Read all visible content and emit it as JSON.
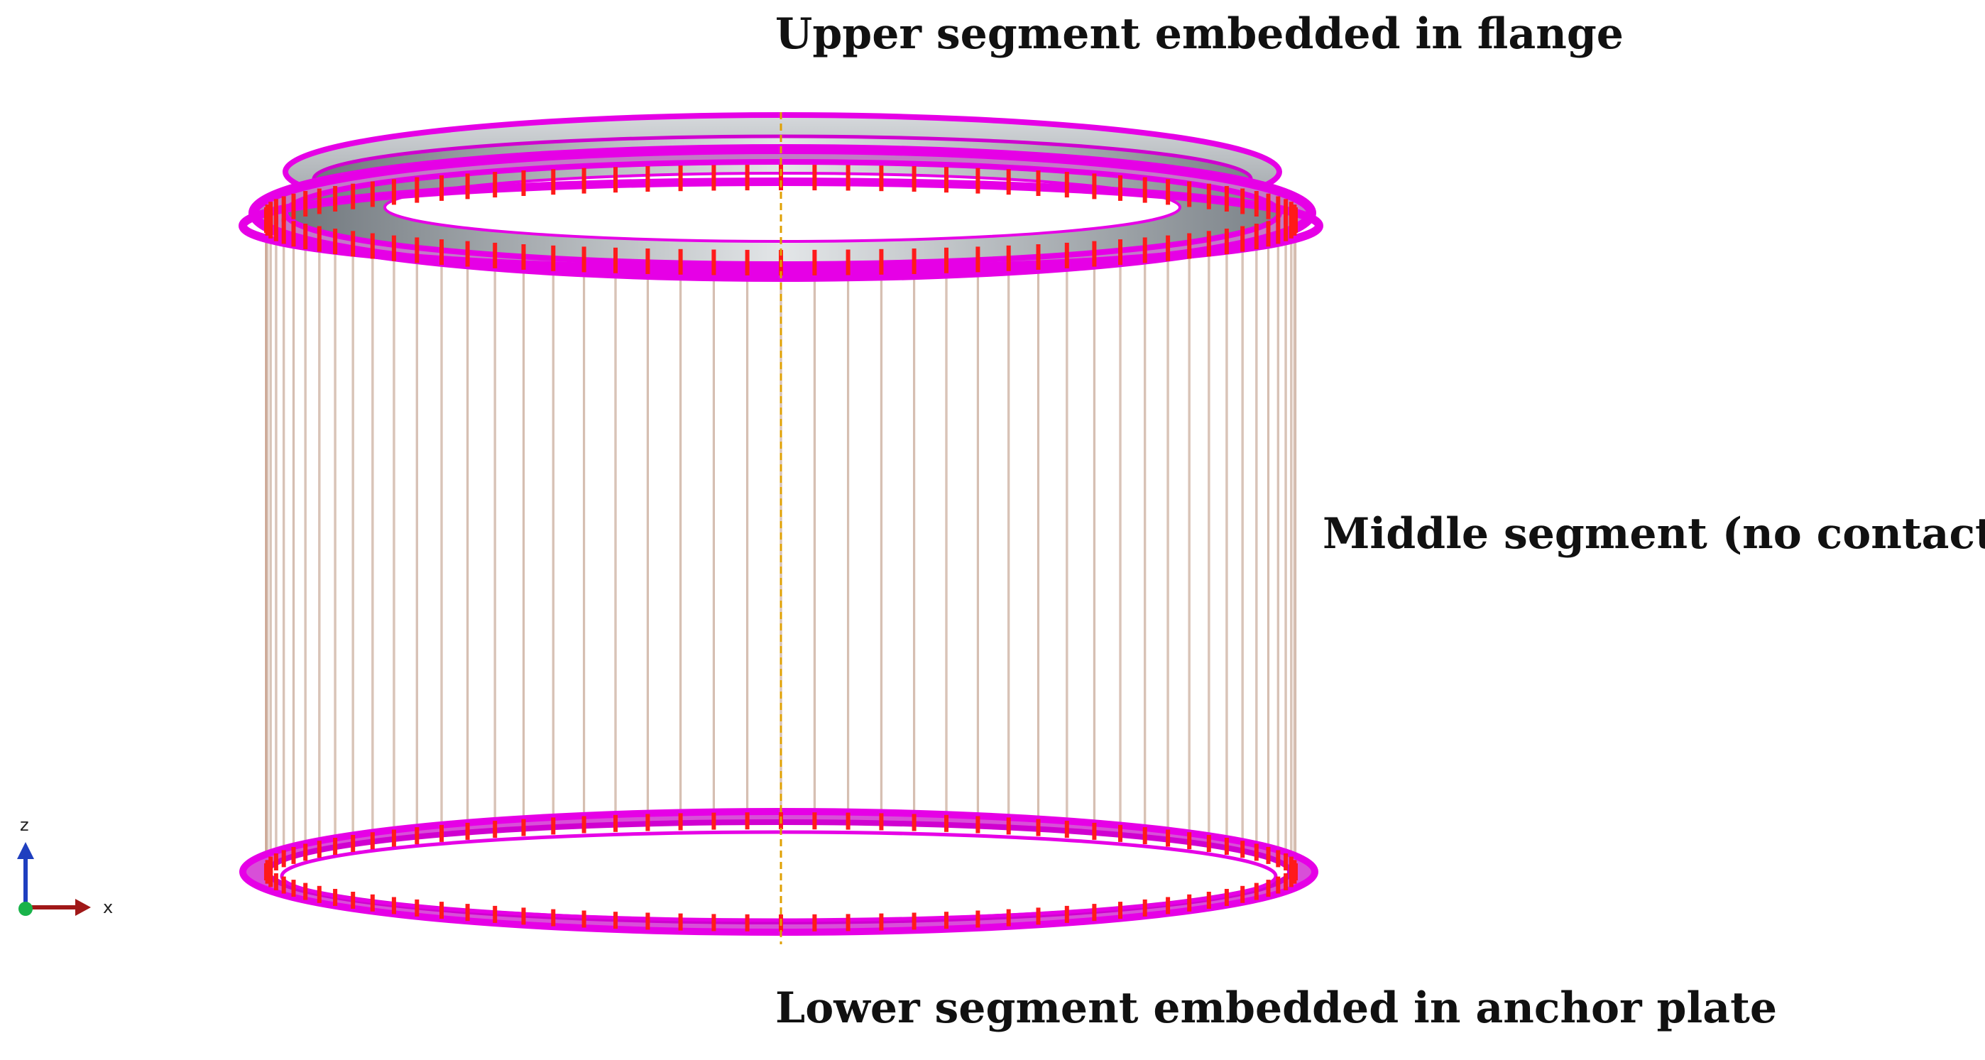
{
  "labels": {
    "upper": "Upper segment embedded in flange",
    "middle": "Middle segment (no contact)",
    "lower": "Lower segment embedded in anchor plate"
  },
  "triad": {
    "z_label": "z",
    "x_label": "x"
  },
  "colors": {
    "ring_edge": "#e600e6",
    "ring_fill": "#c9ccd0",
    "ring_inner": "#9ea3a8",
    "bolt_red": "#ff1a1a",
    "bolt_line": "#c99a82",
    "centerline": "#e0a000",
    "axis_z": "#1f3fbf",
    "axis_x": "#a01818",
    "origin": "#19b34a"
  },
  "bolts": {
    "count": 96
  }
}
